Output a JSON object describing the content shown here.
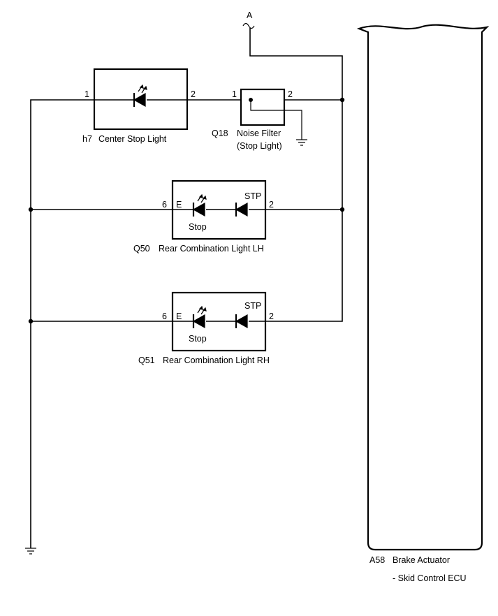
{
  "connector_a": {
    "label": "A"
  },
  "center_stop_light": {
    "code": "h7",
    "name": "Center Stop Light",
    "pin_left": "1",
    "pin_right": "2"
  },
  "noise_filter": {
    "code": "Q18",
    "name": "Noise Filter",
    "sub": "(Stop Light)",
    "pin_left": "1",
    "pin_right": "2"
  },
  "rear_lh": {
    "code": "Q50",
    "name": "Rear Combination Light LH",
    "pin_left": "6",
    "pin_left_name": "E",
    "pin_right": "2",
    "pin_right_name": "STP",
    "lamp_label": "Stop"
  },
  "rear_rh": {
    "code": "Q51",
    "name": "Rear Combination Light RH",
    "pin_left": "6",
    "pin_left_name": "E",
    "pin_right": "2",
    "pin_right_name": "STP",
    "lamp_label": "Stop"
  },
  "brake_actuator": {
    "code": "A58",
    "name": "Brake Actuator",
    "sub": "- Skid Control ECU"
  }
}
